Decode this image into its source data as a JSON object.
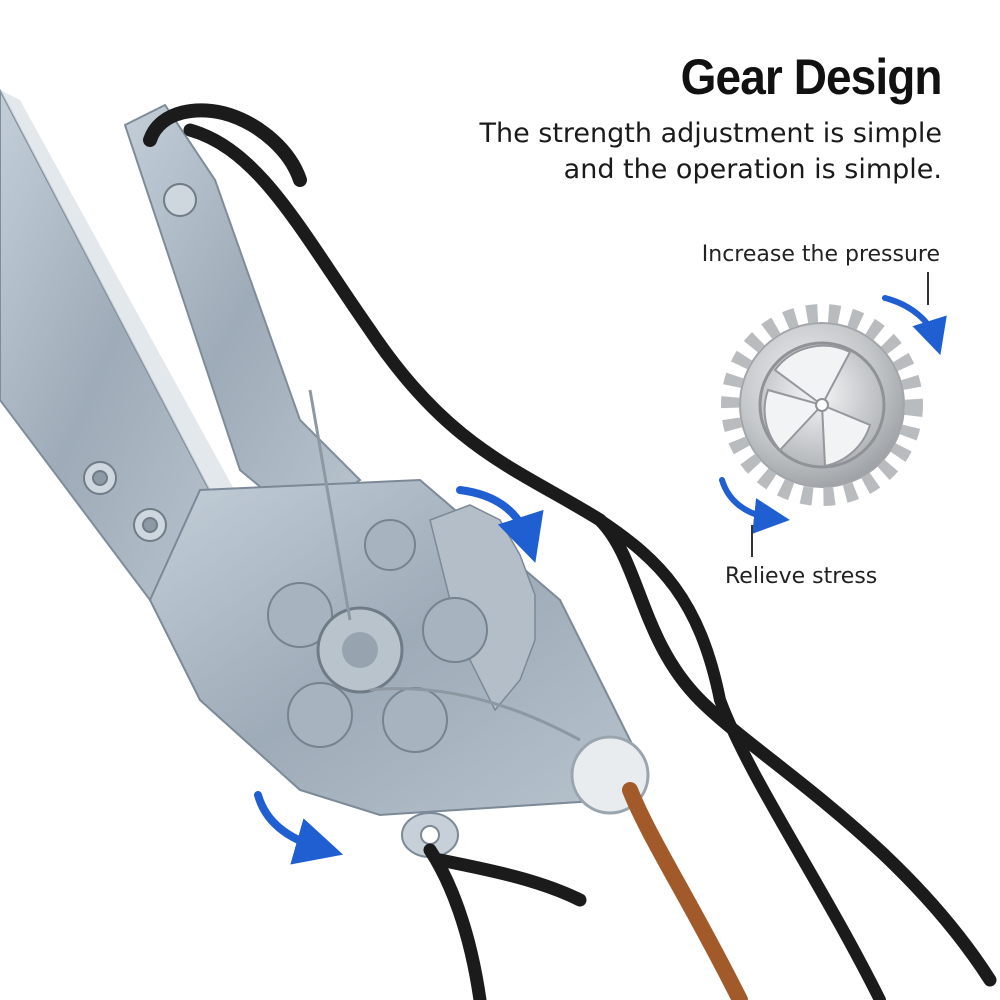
{
  "header": {
    "title": "Gear Design",
    "subtitle_line1": "The strength adjustment is simple",
    "subtitle_line2": "and the operation is simple."
  },
  "gear_diagram": {
    "increase_label": "Increase the pressure",
    "relieve_label": "Relieve stress"
  },
  "colors": {
    "arrow": "#1f5fd1",
    "steel": "#a9b6c2",
    "gear": "#c9cbcd",
    "rope_black": "#1b1b1b",
    "rope_brown": "#a35a2a"
  },
  "icons": [
    "gear-icon",
    "clockwise-arrow-icon"
  ]
}
